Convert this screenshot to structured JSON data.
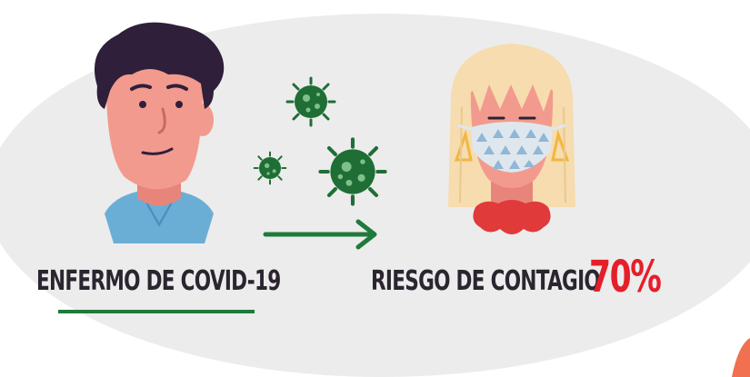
{
  "labels": {
    "sick_person": "ENFERMO DE COVID-19",
    "contagion_risk": "RIESGO DE CONTAGIO",
    "risk_percent": "70%"
  },
  "icons": [
    "man-face-icon",
    "virus-icon",
    "arrow-right-icon",
    "woman-with-mask-icon"
  ],
  "colors": {
    "background_ellipse": "#ececec",
    "text": "#2b2530",
    "accent_red": "#e51f2a",
    "virus_green": "#1f6e35",
    "skin": "#f39a8e",
    "hair_dark": "#2f1f3a",
    "hair_blonde": "#f6dcae",
    "shirt_blue": "#6aaed6",
    "mask": "#dfe7ee",
    "mask_pattern": "#8fb7d6",
    "collar_red": "#e03a3a"
  }
}
